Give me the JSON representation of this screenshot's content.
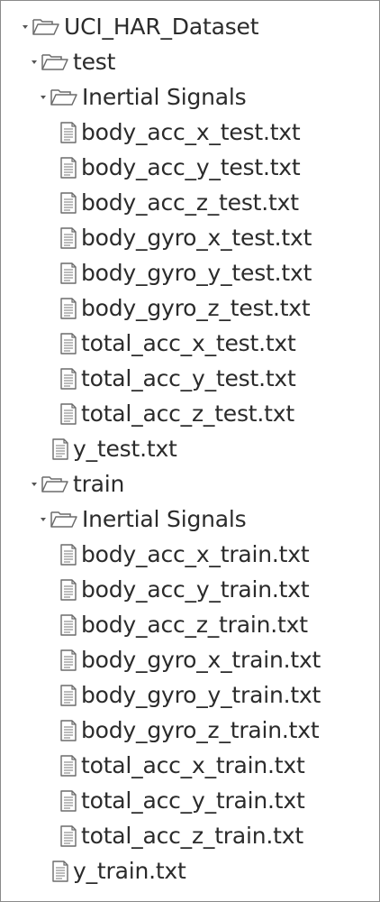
{
  "tree": {
    "root": {
      "label": "UCI_HAR_Dataset",
      "expanded": true,
      "icon": "folder-open-icon"
    },
    "test": {
      "label": "test",
      "expanded": true,
      "icon": "folder-open-icon",
      "inertial": {
        "label": "Inertial Signals",
        "expanded": true,
        "icon": "folder-open-icon",
        "files": [
          "body_acc_x_test.txt",
          "body_acc_y_test.txt",
          "body_acc_z_test.txt",
          "body_gyro_x_test.txt",
          "body_gyro_y_test.txt",
          "body_gyro_z_test.txt",
          "total_acc_x_test.txt",
          "total_acc_y_test.txt",
          "total_acc_z_test.txt"
        ]
      },
      "file": "y_test.txt"
    },
    "train": {
      "label": "train",
      "expanded": true,
      "icon": "folder-open-icon",
      "inertial": {
        "label": "Inertial Signals",
        "expanded": true,
        "icon": "folder-open-icon",
        "files": [
          "body_acc_x_train.txt",
          "body_acc_y_train.txt",
          "body_acc_z_train.txt",
          "body_gyro_x_train.txt",
          "body_gyro_y_train.txt",
          "body_gyro_z_train.txt",
          "total_acc_x_train.txt",
          "total_acc_y_train.txt",
          "total_acc_z_train.txt"
        ]
      },
      "file": "y_train.txt"
    }
  },
  "colors": {
    "text": "#2b2b2b",
    "border": "#8a8a8a",
    "icon_stroke": "#6b6b6b",
    "file_lines": "#8f8f8f"
  }
}
